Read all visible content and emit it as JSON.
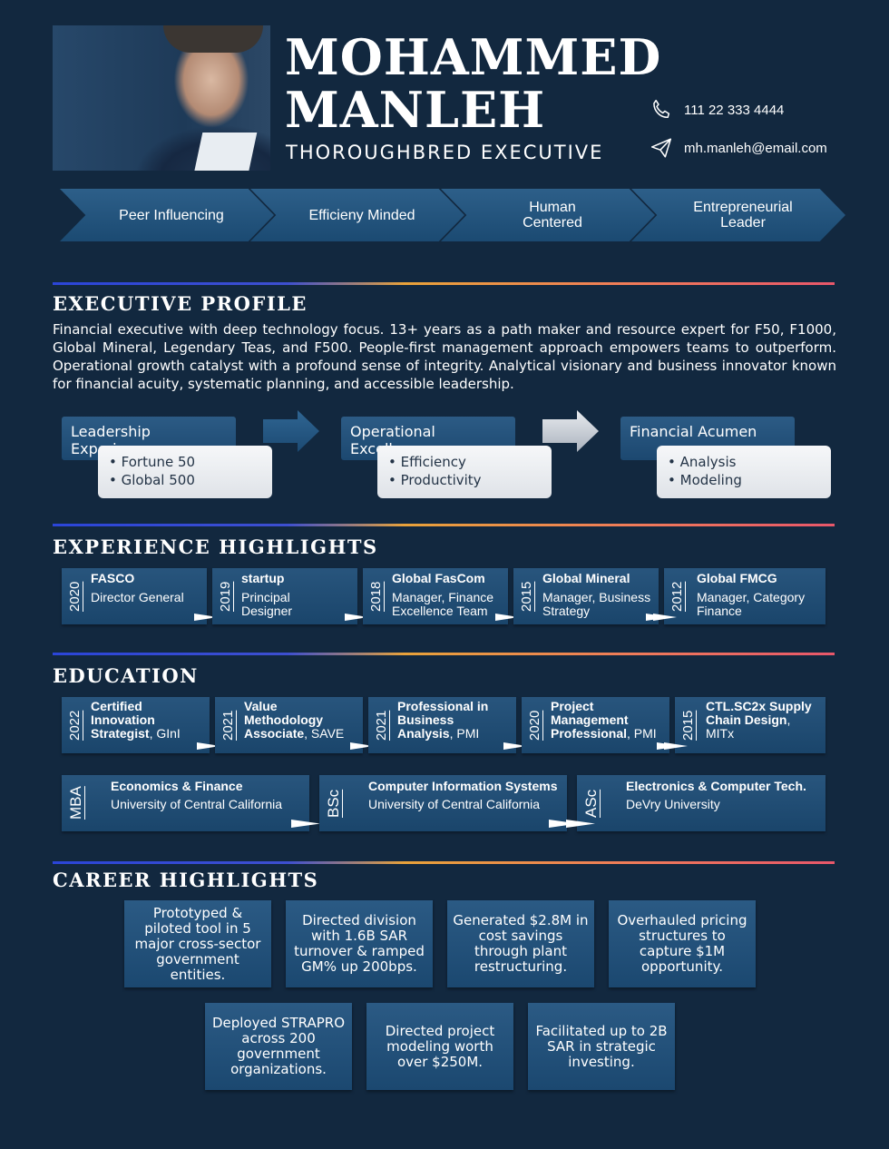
{
  "header": {
    "name_line1": "MOHAMMED",
    "name_line2": "MANLEH",
    "title": "THOROUGHBRED EXECUTIVE",
    "phone": "111 22 333 4444",
    "email": "mh.manleh@email.com"
  },
  "traits": [
    "Peer Influencing",
    "Efficieny Minded",
    "Human Centered",
    "Entrepreneurial Leader"
  ],
  "profile": {
    "heading": "EXECUTIVE PROFILE",
    "text": "Financial executive with deep technology focus. 13+ years as a path maker and resource expert for F50, F1000, Global Mineral, Legendary Teas, and F500. People-first management approach empowers teams to outperform. Operational growth catalyst with a profound sense of integrity. Analytical visionary and business innovator known for financial acuity, systematic planning, and accessible leadership.",
    "pillars": [
      {
        "title": "Leadership Experience",
        "items": [
          "Fortune 50",
          "Global 500"
        ]
      },
      {
        "title": "Operational Excellence",
        "items": [
          "Efficiency",
          "Productivity"
        ]
      },
      {
        "title": "Financial Acumen",
        "items": [
          "Analysis",
          "Modeling"
        ]
      }
    ]
  },
  "experience": {
    "heading": "EXPERIENCE HIGHLIGHTS",
    "items": [
      {
        "year": "2020",
        "company": "FASCO",
        "role": "Director General"
      },
      {
        "year": "2019",
        "company": "startup",
        "role": "Principal Designer"
      },
      {
        "year": "2018",
        "company": "Global FasCom",
        "role": "Manager, Finance Excellence Team"
      },
      {
        "year": "2015",
        "company": "Global Mineral",
        "role": "Manager, Business Strategy"
      },
      {
        "year": "2012",
        "company": "Global FMCG",
        "role": "Manager, Category Finance"
      }
    ]
  },
  "education": {
    "heading": "EDUCATION",
    "certs": [
      {
        "year": "2022",
        "name": "Certified Innovation Strategist",
        "org": ", GInI"
      },
      {
        "year": "2021",
        "name": "Value Methodology Associate",
        "org": ", SAVE"
      },
      {
        "year": "2021",
        "name": "Professional in Business Analysis",
        "org": ", PMI"
      },
      {
        "year": "2020",
        "name": "Project Management Professional",
        "org": ", PMI"
      },
      {
        "year": "2015",
        "name": "CTL.SC2x Supply Chain Design",
        "org": ", MITx"
      }
    ],
    "degrees": [
      {
        "level": "MBA",
        "field": "Economics & Finance",
        "school": "University of Central California"
      },
      {
        "level": "BSc",
        "field": "Computer Information Systems",
        "school": "University of Central California"
      },
      {
        "level": "ASc",
        "field": "Electronics & Computer Tech.",
        "school": "DeVry University"
      }
    ]
  },
  "career": {
    "heading": "CAREER HIGHLIGHTS",
    "items": [
      "Prototyped & piloted tool in 5 major cross-sector government entities.",
      "Directed division with 1.6B SAR turnover & ramped GM% up 200bps.",
      "Generated $2.8M in cost savings through plant restructuring.",
      "Overhauled pricing structures to capture $1M opportunity.",
      "Deployed STRAPRO across 200 government organizations.",
      "Directed project modeling worth over $250M.",
      "Facilitated up to 2B SAR in strategic investing."
    ]
  },
  "colors": {
    "background": "#12283f",
    "tile": "#1f4c74",
    "divider_blue": "#2b45d8",
    "divider_orange": "#e8a23a",
    "divider_red": "#e8576a"
  }
}
